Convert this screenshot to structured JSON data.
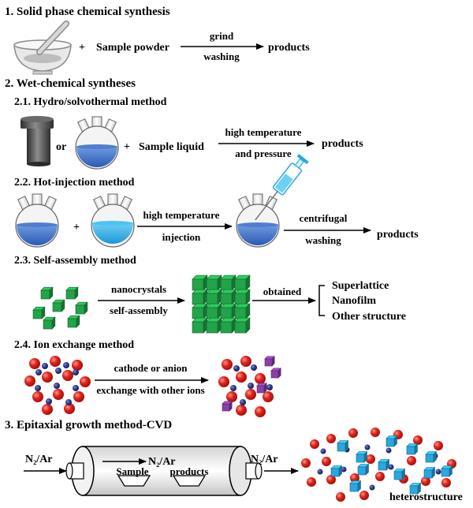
{
  "sections": {
    "s1": {
      "title": "1. Solid phase chemical synthesis"
    },
    "s2": {
      "title": "2. Wet-chemical syntheses"
    },
    "s21": {
      "title": "2.1. Hydro/solvothermal method"
    },
    "s22": {
      "title": "2.2. Hot-injection method"
    },
    "s23": {
      "title": "2.3. Self-assembly method"
    },
    "s24": {
      "title": "2.4. Ion exchange method"
    },
    "s3": {
      "title": "3. Epitaxial growth method-CVD"
    }
  },
  "solid": {
    "plus": "+",
    "input": "Sample powder",
    "arrow_top": "grind",
    "arrow_bottom": "washing",
    "output": "products"
  },
  "hydro": {
    "or": "or",
    "plus": "+",
    "input": "Sample liquid",
    "arrow_top": "high temperature",
    "arrow_bottom": "and pressure",
    "output": "products"
  },
  "hot": {
    "plus": "+",
    "arrow1_top": "high temperature",
    "arrow1_bottom": "injection",
    "arrow2_top": "centrifugal",
    "arrow2_bottom": "washing",
    "output": "products"
  },
  "self": {
    "arrow1_top": "nanocrystals",
    "arrow1_bottom": "self-assembly",
    "arrow2_top": "obtained",
    "outputs": [
      "Superlattice",
      "Nanofilm",
      "Other structure"
    ]
  },
  "ion": {
    "arrow_top": "cathode or anion",
    "arrow_bottom": "exchange with other ions"
  },
  "cvd": {
    "gas_in": "N₂/Ar",
    "gas_mid": "N₂/Ar",
    "gas_out": "N₂/Ar",
    "boat1": "Sample",
    "boat2": "products",
    "output": "heterostructure"
  },
  "colors": {
    "solution_blue": "#3a6ec2",
    "solution_light": "#29a9e0",
    "cube_green": "#23a34a",
    "ion_red": "#e2231a",
    "ion_blue": "#2d3a8c",
    "cube_purple": "#8b3fa8",
    "cube_cyan": "#2aa7df"
  }
}
